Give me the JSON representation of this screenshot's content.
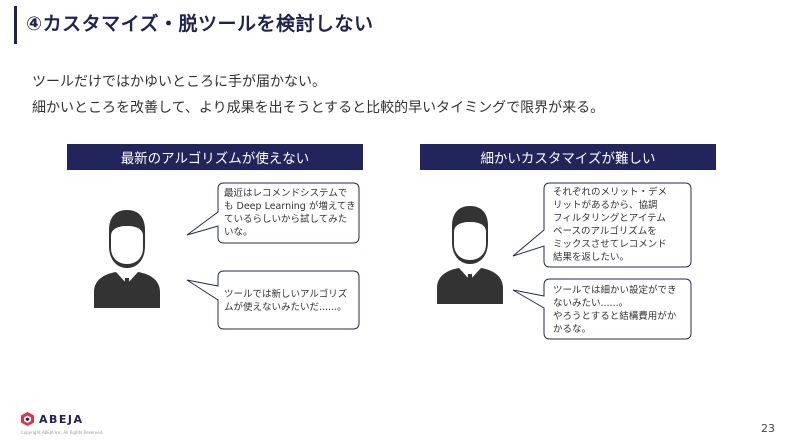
{
  "title": "④カスタマイズ・脱ツールを検討しない",
  "intro": {
    "line1": "ツールだけではかゆいところに手が届かない。",
    "line2": "細かいところを改善して、より成果を出そうとすると比較的早いタイミングで限界が来る。"
  },
  "left_panel": {
    "heading": "最新のアルゴリズムが使えない",
    "bubble1": [
      "最近はレコメンドシステムで",
      "も Deep Learning が増えてき",
      "ているらしいから試してみた",
      "いな。"
    ],
    "bubble2": [
      "ツールでは新しいアルゴリズ",
      "ムが使えないみたいだ......。"
    ]
  },
  "right_panel": {
    "heading": "細かいカスタマイズが難しい",
    "bubble1": [
      "それぞれのメリット・デメ",
      "リットがあるから、協調",
      "フィルタリングとアイテム",
      "ベースのアルゴリズムを",
      "ミックスさせてレコメンド",
      "結果を返したい。"
    ],
    "bubble2": [
      "ツールでは細かい設定ができ",
      "ないみたい......。",
      "やろうとすると結構費用がか",
      "かるな。"
    ]
  },
  "footer": {
    "logo_text": "ABEJA",
    "copyright": "Copyright ABEJA Inc. All Rights Reserved.",
    "page_number": "23"
  },
  "colors": {
    "navy": "#1f2352",
    "header_bg": "#22245c",
    "person": "#333333",
    "logo_red": "#e0334a"
  },
  "icons": [
    "person-icon",
    "abeja-logo-icon"
  ]
}
